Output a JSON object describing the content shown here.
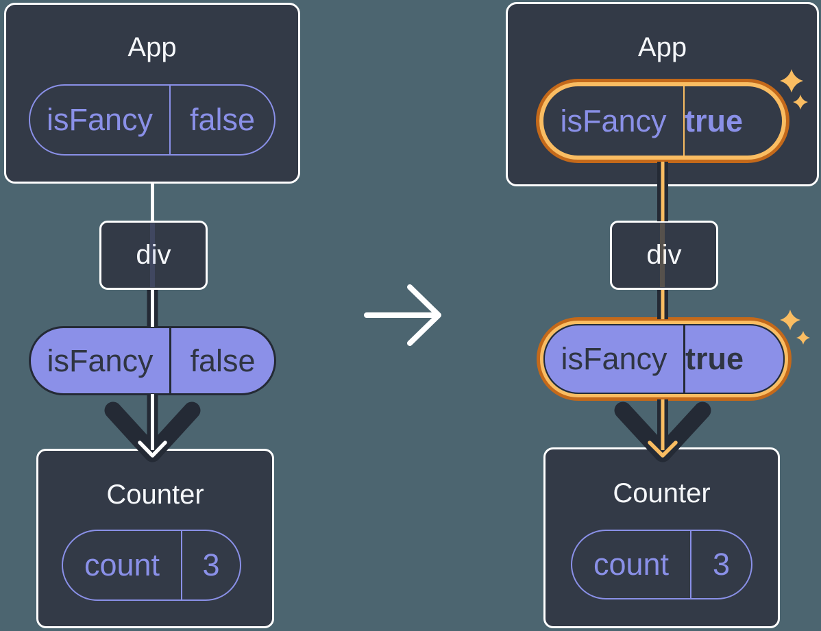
{
  "colors": {
    "canvas_bg": "#4C6570",
    "box_bg": "#333A47",
    "box_border": "#FFFFFF",
    "purple": "#8A90E8",
    "purple_fill": "#8B90E8",
    "dark_ink": "#2F3542",
    "line_dark": "#242A35",
    "orange_dark": "#C4691A",
    "orange_light": "#FABD62",
    "title_text": "#F5F7FA"
  },
  "left": {
    "app": {
      "title": "App",
      "prop": {
        "name": "isFancy",
        "value": "false"
      }
    },
    "div_label": "div",
    "prop": {
      "name": "isFancy",
      "value": "false"
    },
    "counter": {
      "title": "Counter",
      "state": {
        "name": "count",
        "value": "3"
      }
    }
  },
  "right": {
    "app": {
      "title": "App",
      "prop": {
        "name": "isFancy",
        "value": "true"
      }
    },
    "div_label": "div",
    "prop": {
      "name": "isFancy",
      "value": "true"
    },
    "counter": {
      "title": "Counter",
      "state": {
        "name": "count",
        "value": "3"
      }
    }
  }
}
